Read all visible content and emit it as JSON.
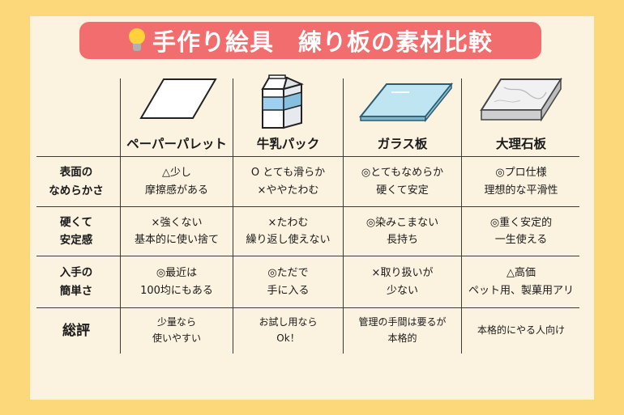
{
  "title": "手作り絵具　練り板の素材比較",
  "icons": {
    "title": "lightbulb-icon"
  },
  "columns": [
    {
      "label": "ペーパーパレット",
      "icon": "paper-palette-icon"
    },
    {
      "label": "牛乳パック",
      "icon": "milk-carton-icon"
    },
    {
      "label": "ガラス板",
      "icon": "glass-plate-icon"
    },
    {
      "label": "大理石板",
      "icon": "marble-slab-icon"
    }
  ],
  "rows": [
    {
      "header": [
        "表面の",
        "なめらかさ"
      ],
      "cells": [
        [
          "△少し",
          "摩擦感がある"
        ],
        [
          "O とても滑らか",
          "×ややたわむ"
        ],
        [
          "◎とてもなめらか",
          "硬くて安定"
        ],
        [
          "◎プロ仕様",
          "理想的な平滑性"
        ]
      ]
    },
    {
      "header": [
        "硬くて",
        "安定感"
      ],
      "cells": [
        [
          "×強くない",
          "基本的に使い捨て"
        ],
        [
          "×たわむ",
          "繰り返し使えない"
        ],
        [
          "◎染みこまない",
          "長持ち"
        ],
        [
          "◎重く安定的",
          "一生使える"
        ]
      ]
    },
    {
      "header": [
        "入手の",
        "簡単さ"
      ],
      "cells": [
        [
          "◎最近は",
          "100均にもある"
        ],
        [
          "◎ただで",
          "手に入る"
        ],
        [
          "×取り扱いが",
          "少ない"
        ],
        [
          "△高価",
          "ペット用、製菓用アリ"
        ]
      ]
    },
    {
      "header": [
        "総評"
      ],
      "cells": [
        [
          "少量なら",
          "使いやすい"
        ],
        [
          "お試し用なら",
          "Ok！"
        ],
        [
          "管理の手間は要るが",
          "本格的"
        ],
        [
          "本格的にやる人向け"
        ]
      ]
    }
  ],
  "colors": {
    "background": "#fdd87a",
    "card": "#fbf2e0",
    "title_bar": "#f26d6d",
    "title_text": "#ffffff"
  }
}
